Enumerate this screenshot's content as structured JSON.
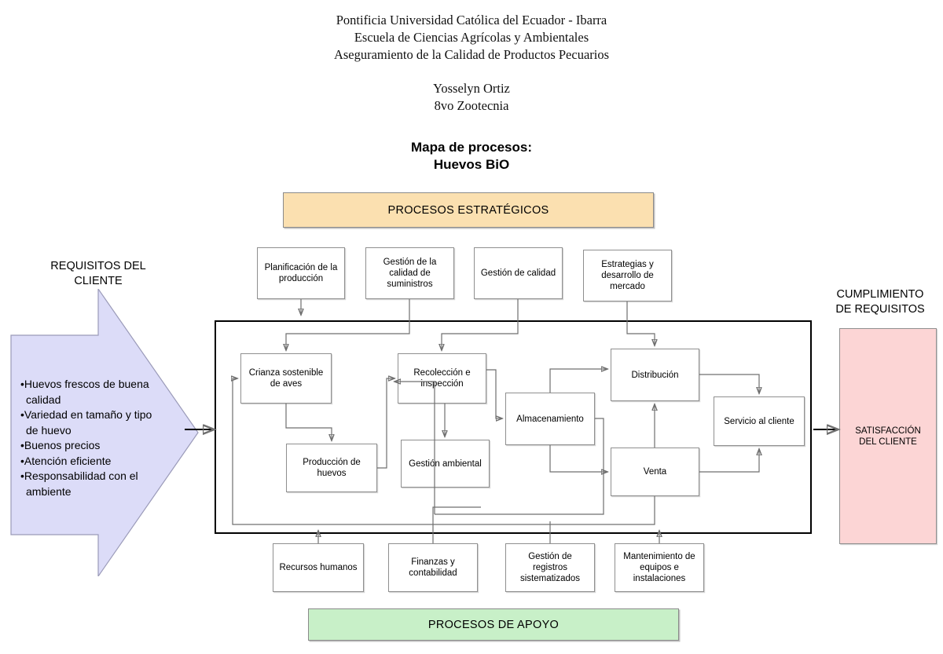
{
  "header": {
    "line1": "Pontificia Universidad Católica del Ecuador - Ibarra",
    "line2": "Escuela de Ciencias Agrícolas y Ambientales",
    "line3": "Aseguramiento de la Calidad de Productos Pecuarios",
    "author": "Yosselyn Ortiz",
    "course": "8vo Zootecnia"
  },
  "title": {
    "line1": "Mapa de procesos:",
    "line2": "Huevos BiO"
  },
  "banners": {
    "strategic": "PROCESOS ESTRATÉGICOS",
    "support": "PROCESOS DE APOYO"
  },
  "colors": {
    "strategic_fill": "#FBE0B0",
    "support_fill": "#C8F0C8",
    "requirements_fill": "#DCDCF8",
    "satisfaction_fill": "#FCD5D5",
    "box_border": "#8f8f8f",
    "frame_border": "#000000",
    "connector": "#6f6f6f"
  },
  "requirements": {
    "label": "REQUISITOS DEL CLIENTE",
    "label_line1": "REQUISITOS DEL",
    "label_line2": "CLIENTE",
    "items": [
      "Huevos frescos de buena calidad",
      "Variedad en tamaño y tipo de huevo",
      "Buenos precios",
      "Atención eficiente",
      "Responsabilidad con el ambiente"
    ]
  },
  "outcome": {
    "label_line1": "CUMPLIMIENTO",
    "label_line2": "DE REQUISITOS",
    "panel_line1": "SATISFACCIÓN",
    "panel_line2": "DEL CLIENTE"
  },
  "strategic_processes": [
    "Planificación de la producción",
    "Gestión de la calidad de suministros",
    "Gestión de calidad",
    "Estrategias y desarrollo de mercado"
  ],
  "core_processes": [
    "Crianza sostenible de aves",
    "Producción de huevos",
    "Recolección e inspección",
    "Gestión ambiental",
    "Almacenamiento",
    "Distribución",
    "Venta",
    "Servicio al cliente"
  ],
  "support_processes": [
    "Recursos humanos",
    "Finanzas y contabilidad",
    "Gestión de registros sistematizados",
    "Mantenimiento de equipos e instalaciones"
  ]
}
